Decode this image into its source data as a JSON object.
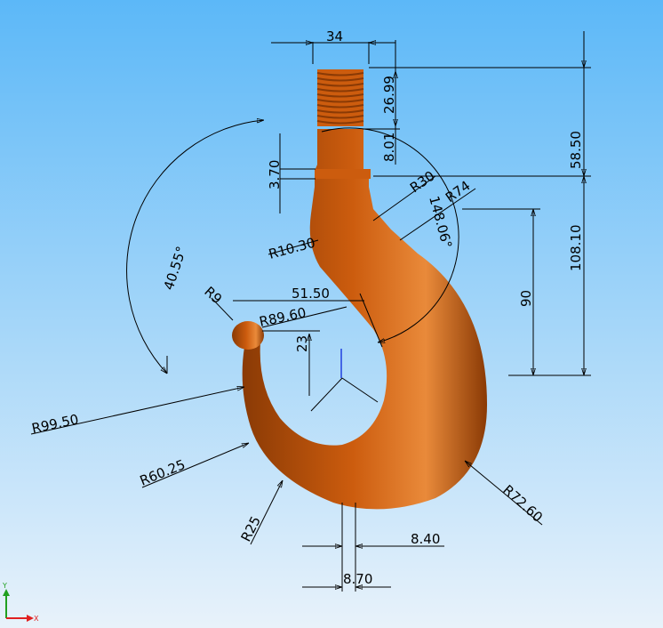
{
  "colors": {
    "background_top": "#5cb8f8",
    "background_bottom": "#e8f2fa",
    "hook_main": "#cc5c0e",
    "hook_shadow": "#8a3a05",
    "hook_highlight": "#e98a3a",
    "axis_x": "#e02020",
    "axis_y": "#20a020",
    "axis_z": "#2040e0"
  },
  "dimensions": {
    "width_top": "34",
    "thread_length": "26.99",
    "neck_length": "8.01",
    "collar_height": "3.70",
    "overall_upper": "58.50",
    "overall_lower": "108.10",
    "throat_height": "90",
    "radius_30": "R30",
    "radius_74": "R74",
    "angle_148": "148.06°",
    "radius_10_30": "R10.30",
    "angle_40_55": "40.55°",
    "radius_9": "R9",
    "width_51_50": "51.50",
    "radius_89_60": "R89.60",
    "height_23": "23",
    "radius_99_50": "R99.50",
    "radius_60_25": "R60.25",
    "radius_25": "R25",
    "radius_72_60": "R72.60",
    "offset_8_40": "8.40",
    "offset_8_70": "8.70"
  },
  "triad": {
    "x_label": "X",
    "y_label": "Y"
  }
}
